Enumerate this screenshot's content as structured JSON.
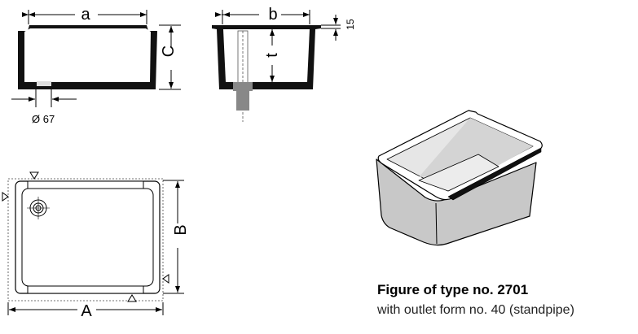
{
  "front_view": {
    "width_label": "a",
    "height_label": "C",
    "outlet_label": "Ø 67"
  },
  "side_view": {
    "width_label": "b",
    "depth_label": "t",
    "rim_label": "15"
  },
  "top_view": {
    "width_label": "A",
    "depth_label": "B"
  },
  "caption": {
    "title": "Figure of type no. 2701",
    "subtitle": "with outlet form no. 40 (standpipe)"
  }
}
